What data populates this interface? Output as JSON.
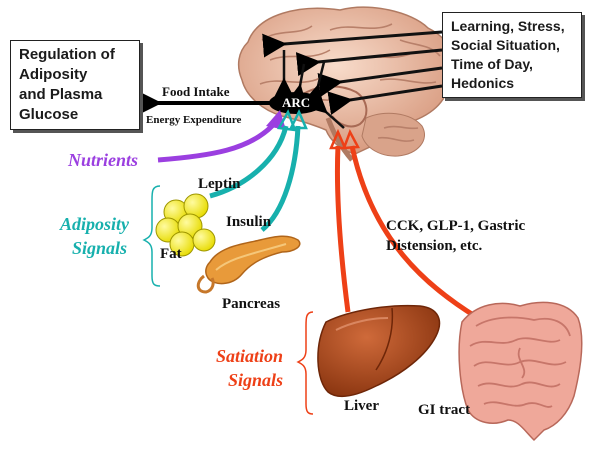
{
  "title": "Regulation of Food Intake and Energy Expenditure by the Arcuate Nucleus",
  "regulation_box": {
    "lines": [
      "Regulation of",
      "Adiposity",
      "and Plasma",
      "Glucose"
    ]
  },
  "influences_box": {
    "lines": [
      "Learning, Stress,",
      "Social Situation,",
      "Time of Day,",
      "Hedonics"
    ]
  },
  "arc_label": "ARC",
  "food_intake_label": "Food Intake",
  "energy_expenditure_label": "Energy Expenditure",
  "nutrients_label": "Nutrients",
  "adiposity_signals": {
    "line1": "Adiposity",
    "line2": "Signals"
  },
  "satiation_signals": {
    "line1": "Satiation",
    "line2": "Signals"
  },
  "leptin_label": "Leptin",
  "insulin_label": "Insulin",
  "fat_label": "Fat",
  "pancreas_label": "Pancreas",
  "liver_label": "Liver",
  "gi_tract_label": "GI tract",
  "gut_signals": {
    "line1": "CCK, GLP-1, Gastric",
    "line2": "Distension, etc."
  },
  "colors": {
    "nutrients": "#9b3fe0",
    "adiposity": "#17b0ad",
    "satiation": "#ee4017",
    "brain": "#e7b8a0",
    "fat": "#f1ea16",
    "liver": "#a9441a",
    "gut": "#efa89a"
  }
}
